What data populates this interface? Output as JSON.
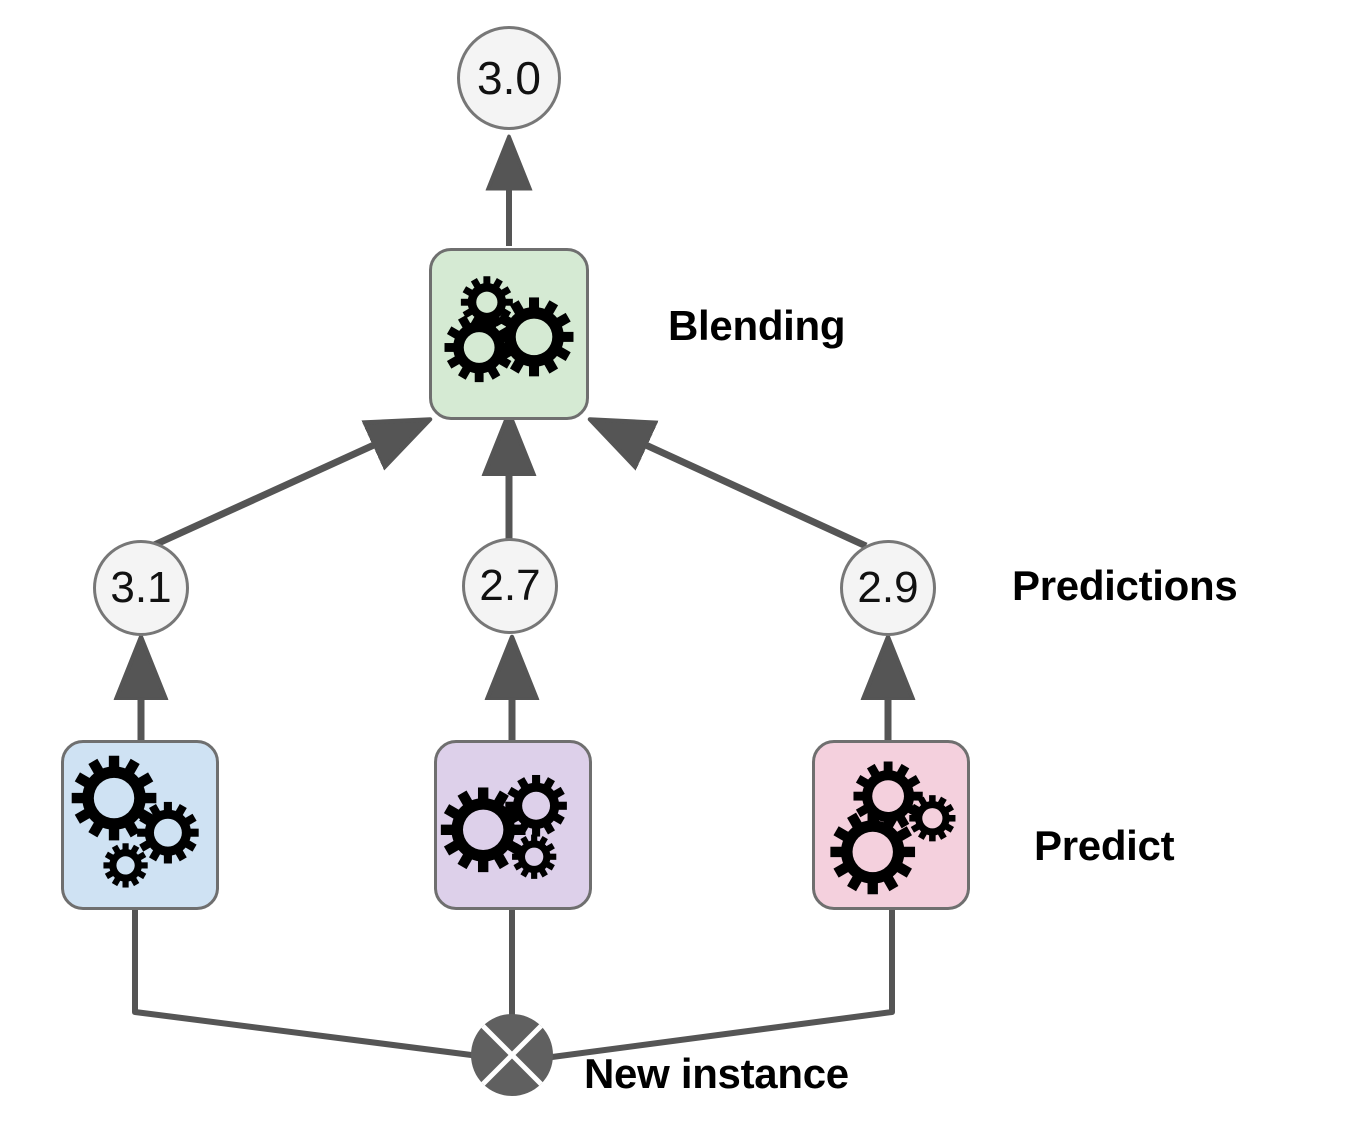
{
  "diagram": {
    "title_nodes": {
      "final_prediction": "3.0"
    },
    "labels": {
      "blending": "Blending",
      "predictions": "Predictions",
      "predict": "Predict",
      "new_instance": "New instance"
    },
    "predictions": [
      {
        "value": "3.1",
        "color": "#cfe2f3",
        "name": "predictor-1"
      },
      {
        "value": "2.7",
        "color": "#ddd0ea",
        "name": "predictor-2"
      },
      {
        "value": "2.9",
        "color": "#f4d0dd",
        "name": "predictor-3"
      }
    ],
    "blender": {
      "color": "#d5ead3",
      "icon": "gears-icon"
    },
    "instance": {
      "icon": "crossed-circle-icon",
      "color": "#606060"
    },
    "colors": {
      "edge": "#555555",
      "node_fill": "#f4f4f4",
      "node_stroke": "#777777",
      "box_stroke": "#6f6f6f",
      "gear": "#000000",
      "text": "#000000"
    }
  }
}
